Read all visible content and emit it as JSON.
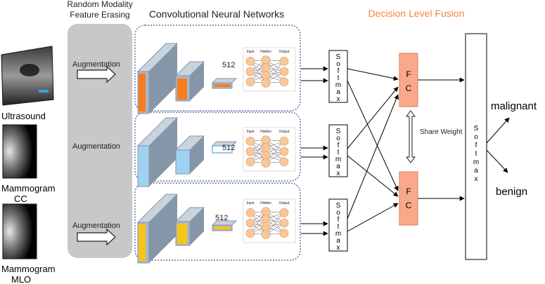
{
  "header": {
    "erasing_line1": "Random Modality",
    "erasing_line2": "Feature Erasing",
    "cnn_title": "Convolutional Neural Networks",
    "fusion_title": "Decision Level Fusion"
  },
  "inputs": [
    {
      "line1": "Ultrasound",
      "line2": ""
    },
    {
      "line1": "Mammogram",
      "line2": "CC"
    },
    {
      "line1": "Mammogram",
      "line2": "MLO"
    }
  ],
  "augmentation_label": "Augmentation",
  "feature_size": "512",
  "mlp": {
    "input": "Input",
    "hidden": "Hidden",
    "output": "Output"
  },
  "softmax_letters": [
    "S",
    "o",
    "f",
    "t",
    "m",
    "a",
    "x"
  ],
  "fc_letters": [
    "F",
    "C"
  ],
  "share_weight": "Share Weight",
  "outputs": {
    "malignant": "malignant",
    "benign": "benign"
  },
  "colors": {
    "branch_accents": [
      "#f57c20",
      "#9fd2f0",
      "#f5c518"
    ],
    "block": "#a9b7c6",
    "block_side": "#8496a8",
    "fc_fill": "#f9a98a",
    "fusion_title": "#f0883e",
    "dotted_border": "#3a5a9a",
    "erasing_panel": "#c8c8c8",
    "neuron": "#f9c89a"
  }
}
